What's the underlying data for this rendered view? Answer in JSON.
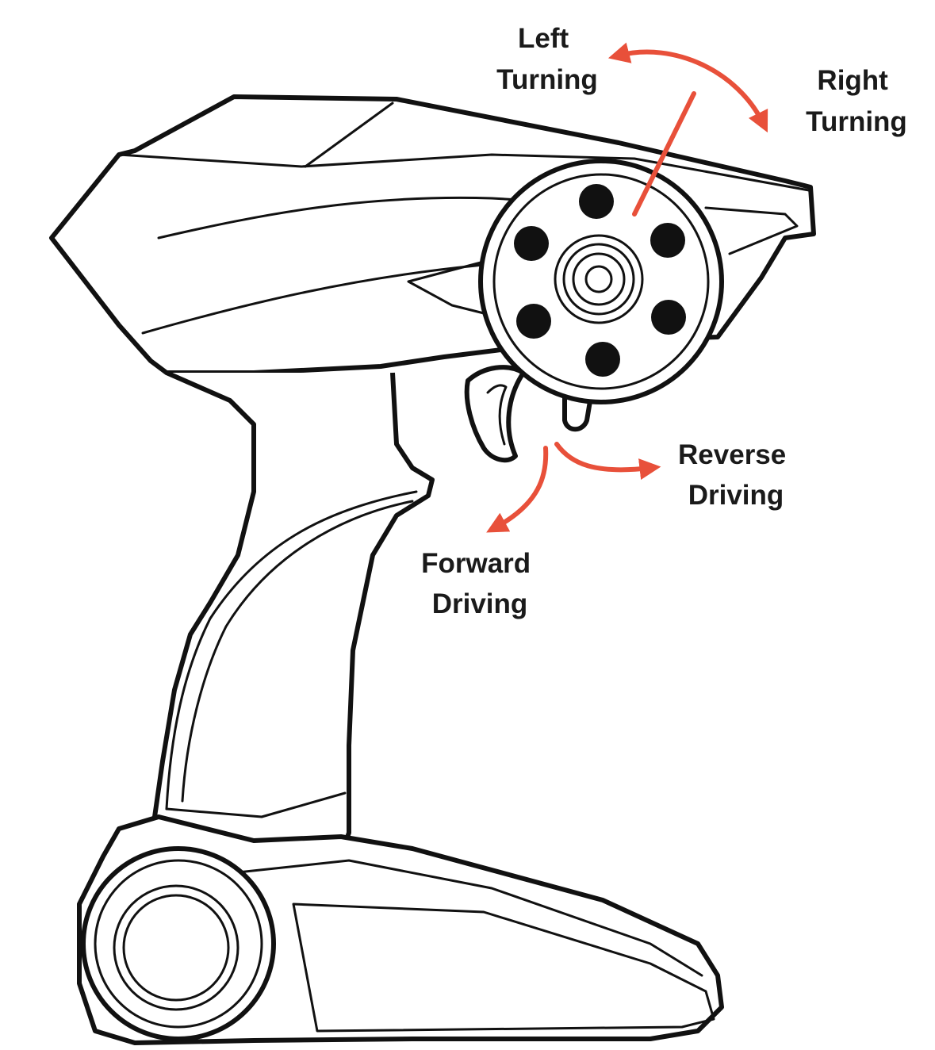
{
  "colors": {
    "arrow": "#e8503a",
    "line": "#111111",
    "background": "#ffffff"
  },
  "labels": {
    "left_turning": [
      "Left",
      "Turning"
    ],
    "right_turning": [
      "Right",
      "Turning"
    ],
    "reverse_driving": [
      "Reverse",
      "Driving"
    ],
    "forward_driving": [
      "Forward",
      "Driving"
    ]
  }
}
